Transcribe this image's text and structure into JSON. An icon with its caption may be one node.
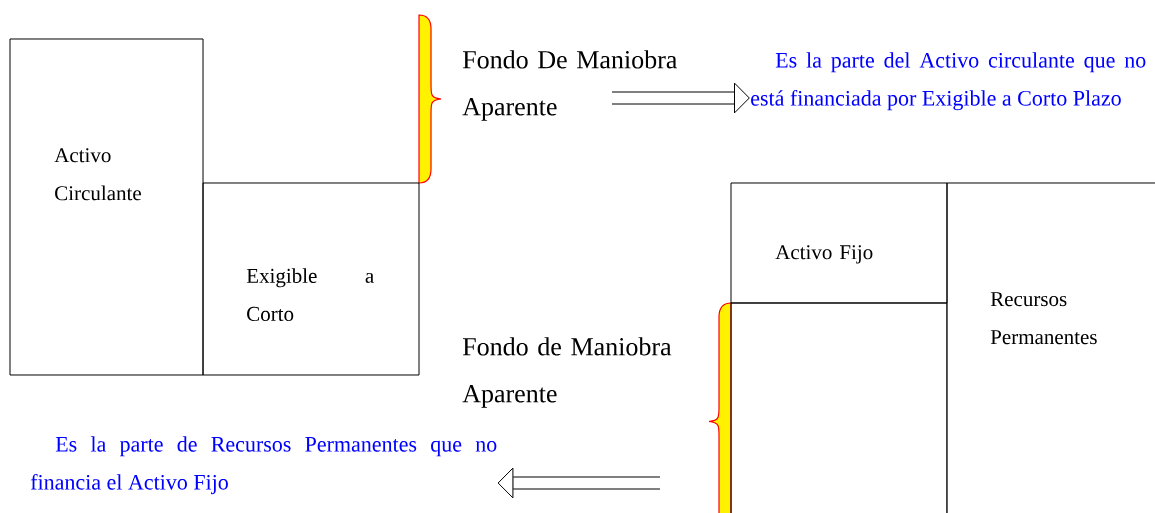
{
  "diagram": {
    "nodes": [
      {
        "text": [
          "Activo Circulante"
        ]
      },
      {
        "text": [
          "Exigible a Corto"
        ]
      },
      {
        "text": [
          "Fondo De Maniobra Aparente"
        ]
      },
      {
        "text": [
          "Es la parte del Activo circulante que no está financiada por Exigible a Corto Plazo"
        ]
      },
      {
        "text": [
          "Activo Fijo"
        ]
      },
      {
        "text": [
          "Recursos Permanentes"
        ]
      },
      {
        "text": [],
        "shape": "box"
      },
      {
        "text": [
          "Fondo de Maniobra Aparente"
        ]
      },
      {
        "text": [
          "Es la parte de Recursos Permanentes que no financia el Activo Fijo"
        ]
      }
    ],
    "edges": [
      {
        "from": 2,
        "to": 3,
        "arrow": "to"
      },
      {
        "from": null,
        "to": 8,
        "arrow": "to"
      }
    ]
  }
}
